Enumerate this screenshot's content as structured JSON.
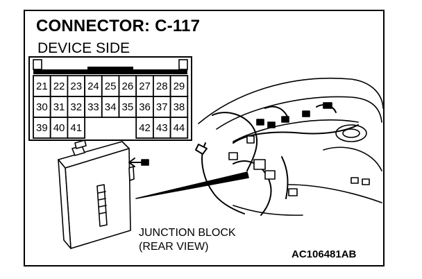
{
  "title": "CONNECTOR: C-117",
  "subtitle": "DEVICE SIDE",
  "connector": {
    "rows": [
      [
        "21",
        "22",
        "23",
        "24",
        "25",
        "26",
        "27",
        "28",
        "29"
      ],
      [
        "30",
        "31",
        "32",
        "33",
        "34",
        "35",
        "36",
        "37",
        "38"
      ],
      [
        "39",
        "40",
        "41",
        "",
        "",
        "",
        "42",
        "43",
        "44"
      ]
    ]
  },
  "caption": {
    "line1": "JUNCTION BLOCK",
    "line2": "(REAR VIEW)"
  },
  "figure_code": "AC106481AB"
}
